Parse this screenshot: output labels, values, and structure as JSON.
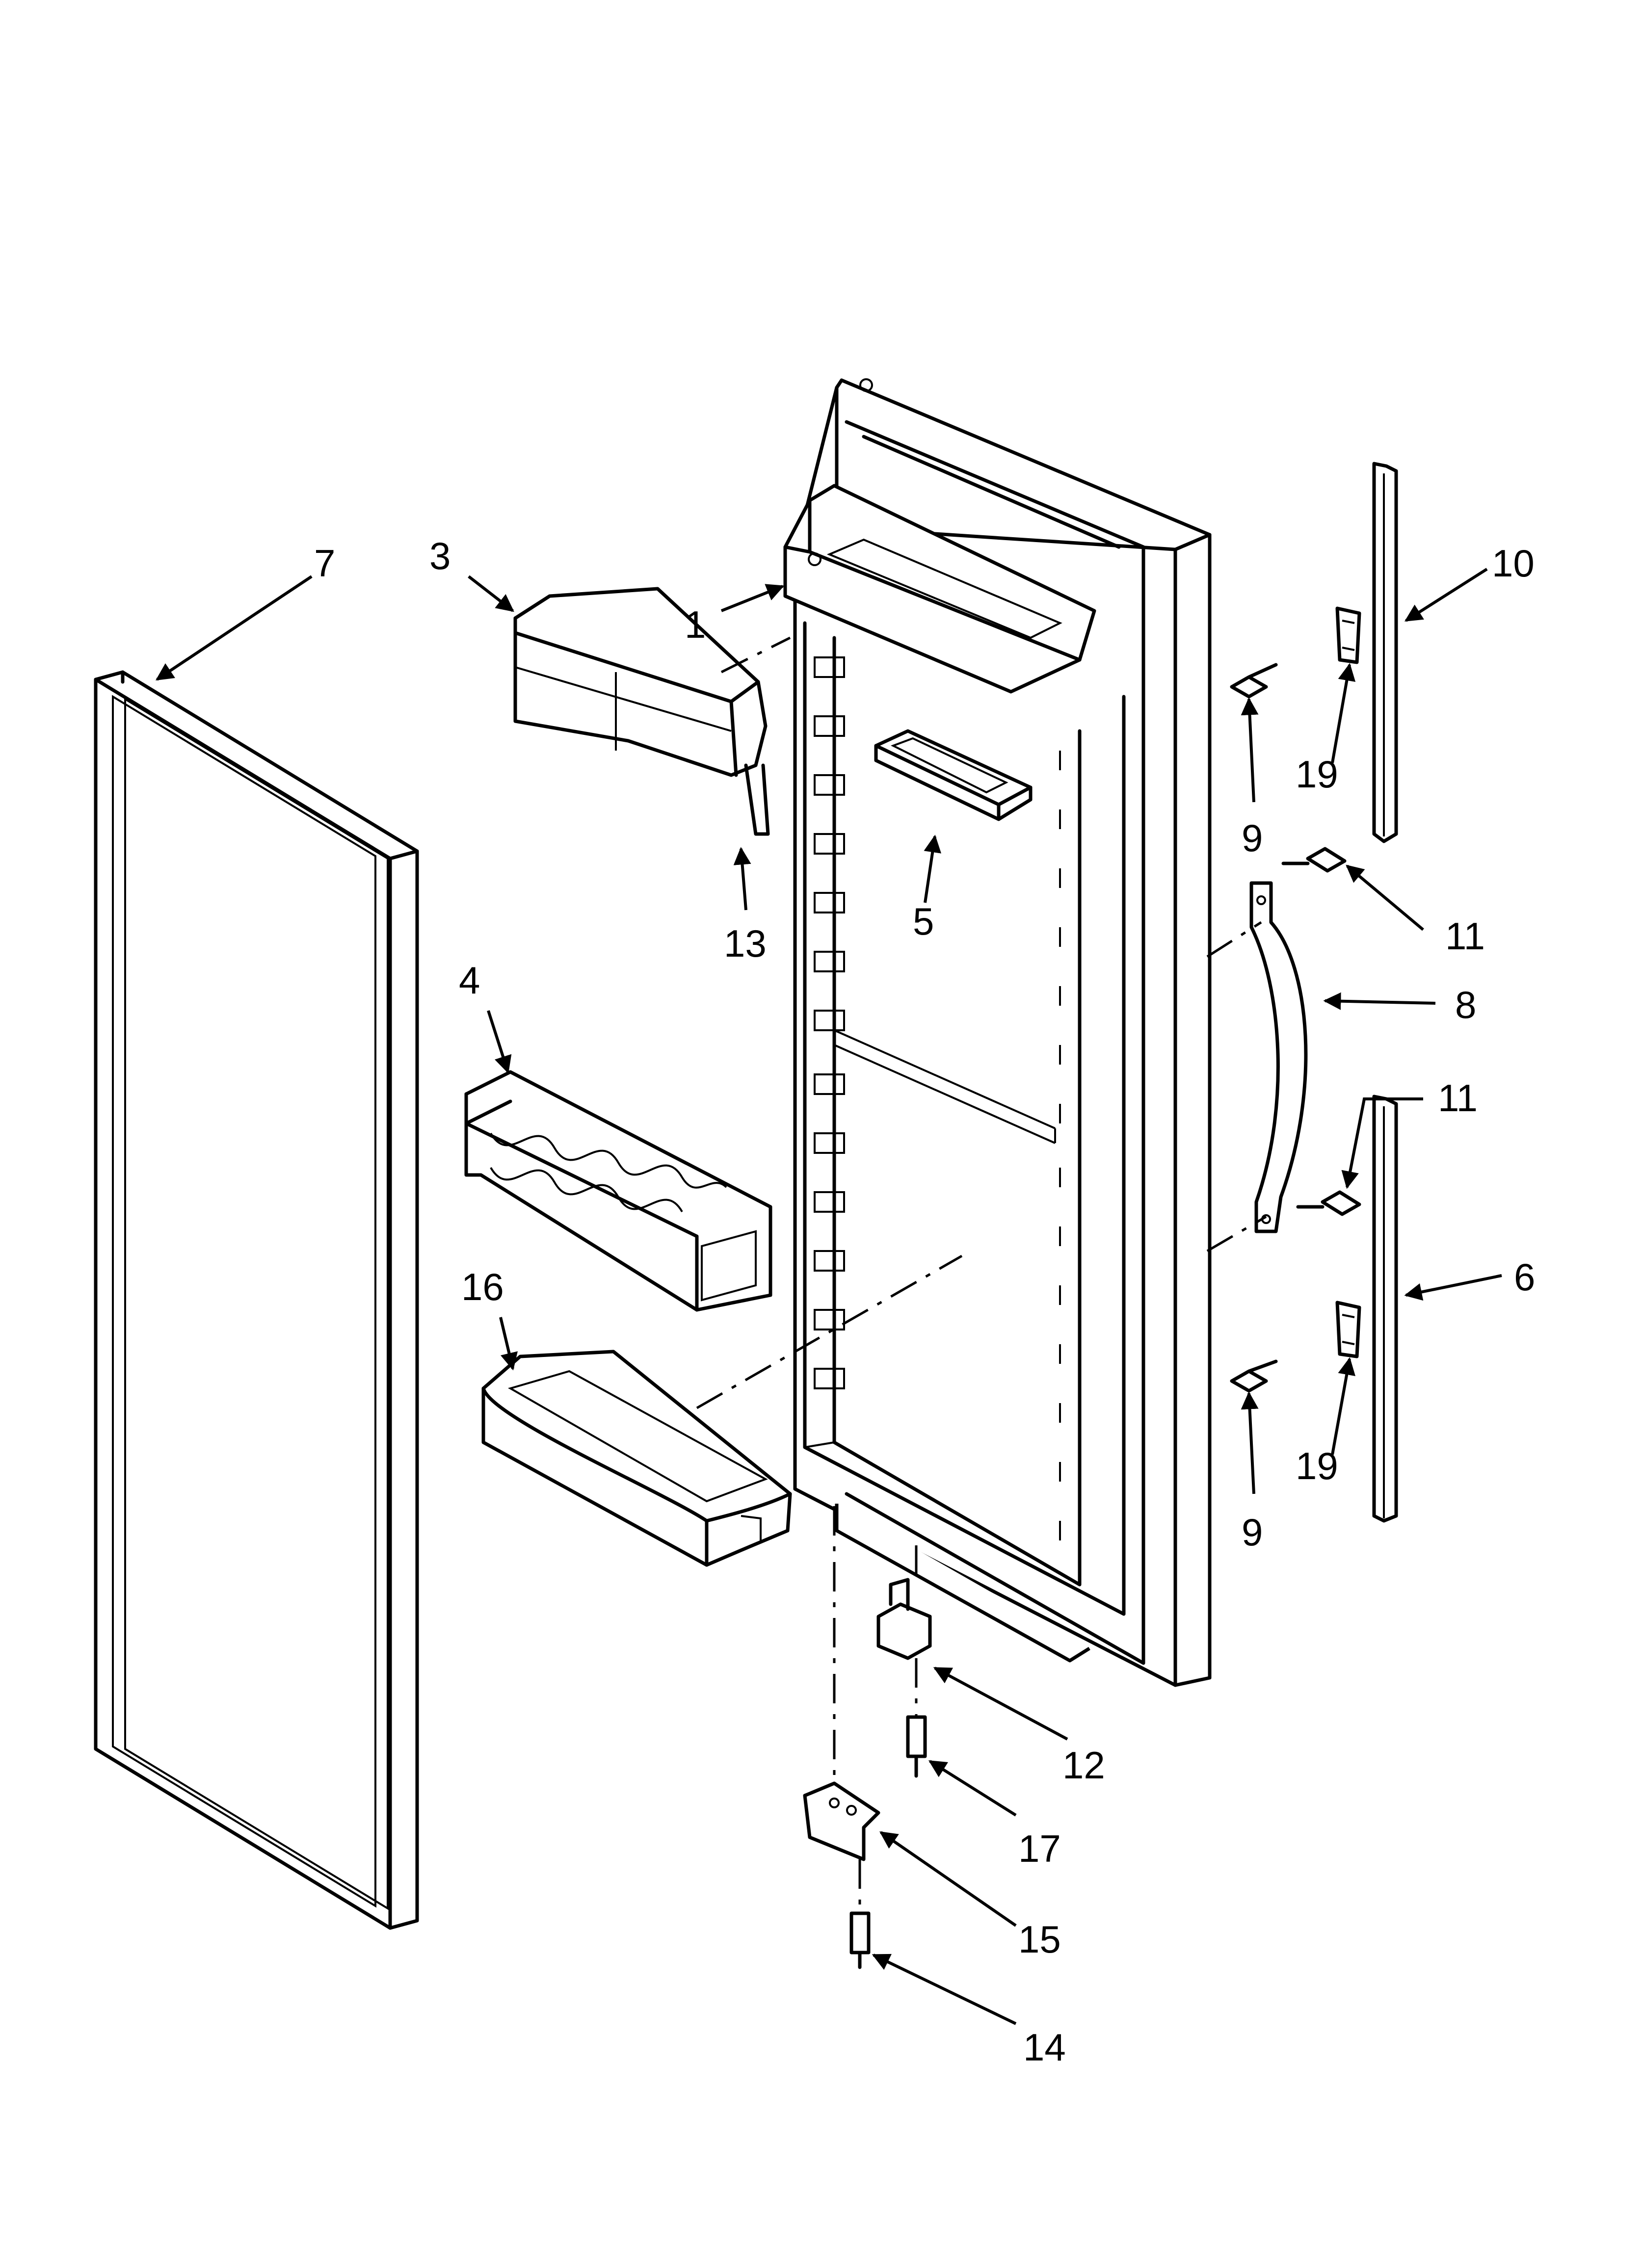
{
  "callouts": {
    "c1": "1",
    "c3": "3",
    "c4": "4",
    "c5": "5",
    "c6": "6",
    "c7": "7",
    "c8": "8",
    "c9a": "9",
    "c9b": "9",
    "c10": "10",
    "c11a": "11",
    "c11b": "11",
    "c12": "12",
    "c13": "13",
    "c14": "14",
    "c15": "15",
    "c16": "16",
    "c17": "17",
    "c19a": "19",
    "c19b": "19"
  }
}
